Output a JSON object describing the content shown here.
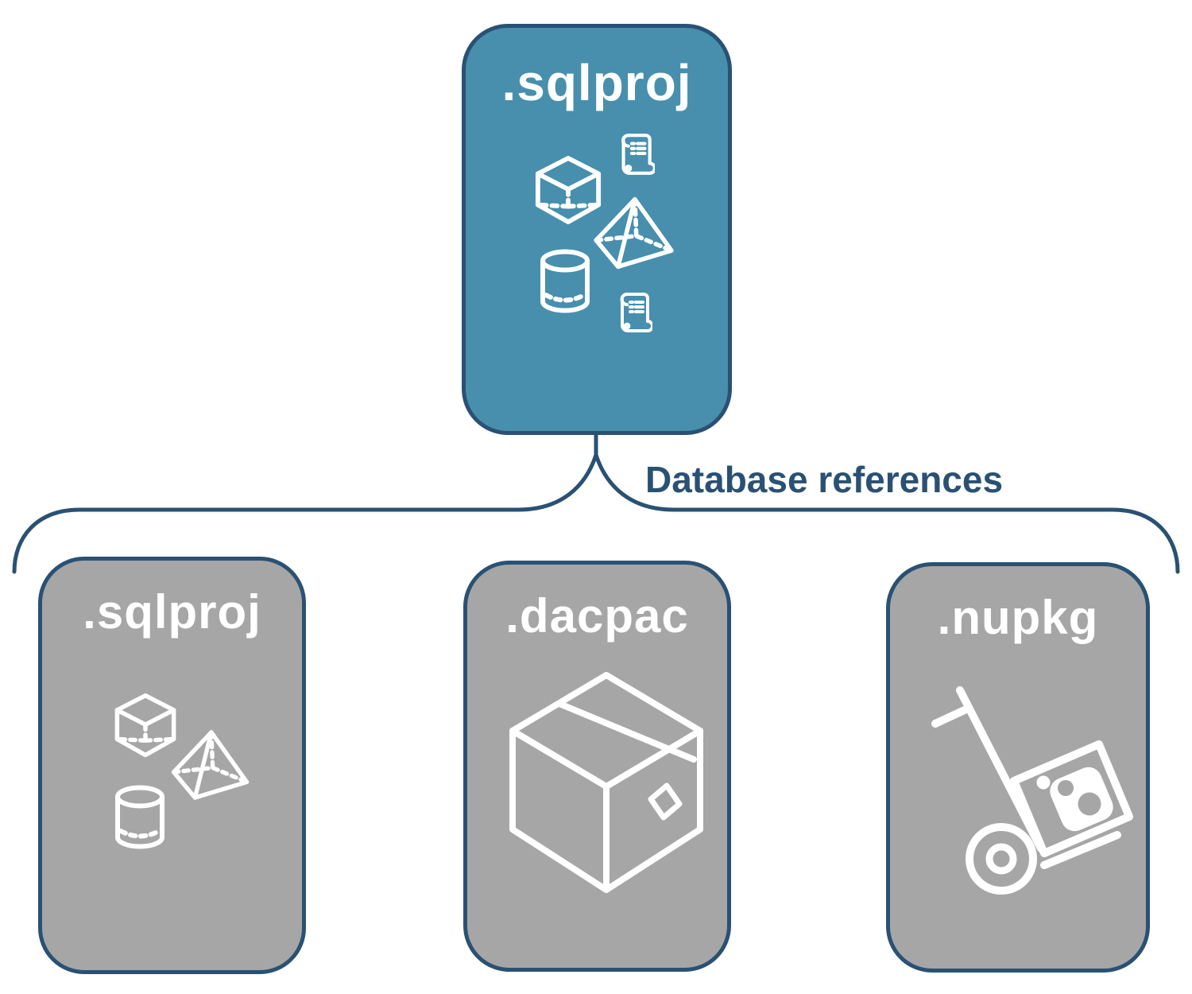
{
  "diagram_title": "sqlproj database references diagram",
  "connector": {
    "label": "Database references"
  },
  "cards": {
    "root": {
      "label": ".sqlproj",
      "icons": [
        "script-icon",
        "cube-icon",
        "pyramid-icon",
        "cylinder-icon",
        "script-icon"
      ]
    },
    "children": [
      {
        "label": ".sqlproj",
        "icons": [
          "cube-icon",
          "pyramid-icon",
          "cylinder-icon"
        ]
      },
      {
        "label": ".dacpac",
        "icons": [
          "package-icon"
        ]
      },
      {
        "label": ".nupkg",
        "icons": [
          "nuget-handtruck-icon"
        ]
      }
    ]
  },
  "colors": {
    "root_card_fill": "#478FAD",
    "child_card_fill": "#A6A6A6",
    "card_border": "#2A5173",
    "connector_line": "#2A5173",
    "connector_label_text": "#2A5173",
    "card_label_text": "#FFFFFF",
    "icon_stroke": "#FFFFFF",
    "background": "#FFFFFF"
  }
}
